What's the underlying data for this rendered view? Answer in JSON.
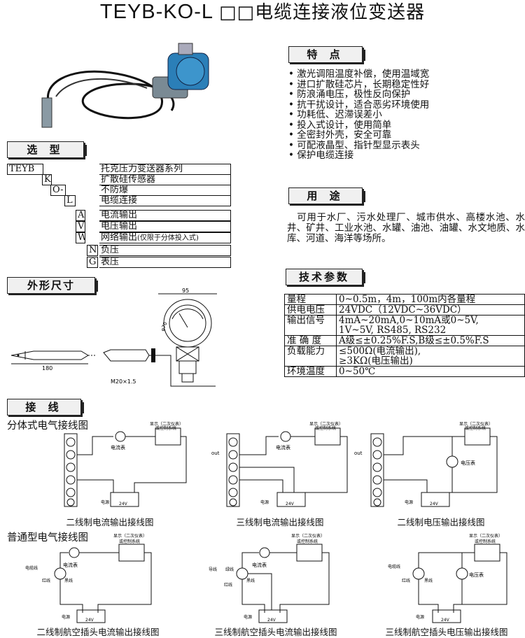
{
  "title": {
    "model": "TEYB-KO-L ",
    "name": "□□电缆连接液位变送器"
  },
  "sections": {
    "features": "特 点",
    "selection": "选 型",
    "usage": "用 途",
    "dimensions": "外形尺寸",
    "specs": "技术参数",
    "wiring": "接 线"
  },
  "features": [
    "• 激光调阻温度补偿，使用温域宽",
    "• 进口扩散硅芯片，长期稳定性好",
    "• 防浪涌电压，极性反向保护",
    "• 抗干扰设计，适合恶劣环境使用",
    "• 功耗低、迟滞误差小",
    "• 投入式设计，使用简单",
    "• 全密封外壳，安全可靠",
    "• 可配液晶型、指针型显示表头",
    "• 保护电缆连接"
  ],
  "usage_text": "　可用于水厂、污水处理厂、城市供水、高楼水池、水井、矿井、工业水池、水罐、油池、油罐、水文地质、水库、河道、海洋等场所。",
  "selection": {
    "codes": [
      "TEYB",
      "K",
      "O-",
      "L",
      "A",
      "V",
      "W",
      "N",
      "G"
    ],
    "descriptions": [
      "托克压力变送器系列",
      "扩散硅传感器",
      "不防爆",
      "电缆连接",
      "电流输出",
      "电压输出",
      "网络输出",
      "负压",
      "表压"
    ],
    "network_note": "(仅限于分体投入式)"
  },
  "specs": [
    {
      "label": "量程",
      "value": [
        "0~0.5m，4m，100m内各量程"
      ]
    },
    {
      "label": "供电电压",
      "value": [
        "24VDC（12VDC~36VDC）"
      ]
    },
    {
      "label": "输出信号",
      "value": [
        "4mA~20mA,0~10mA或0~5V,",
        "1V~5V, RS485, RS232"
      ]
    },
    {
      "label": "准 确 度",
      "value": [
        "A级≤±0.25%F.S,B级≤±0.5%F.S"
      ]
    },
    {
      "label": "负载能力",
      "value": [
        "≤500Ω(电流输出),",
        "≥3KΩ(电压输出)"
      ]
    },
    {
      "label": "环境温度",
      "value": [
        "0~50℃"
      ]
    }
  ],
  "dimensions": {
    "width_label": "95",
    "length_label": "180",
    "thread": "M20×1.5",
    "dia": "φ70"
  },
  "wiring": {
    "split_heading": "分体式电气接线图",
    "normal_heading": "普通型电气接线图",
    "captions": [
      "二线制电流输出接线图",
      "三线制电流输出接线图",
      "二线制电压输出接线图",
      "二线制航空插头电流输出接线图",
      "三线制航空插头电流输出接线图",
      "三线制航空插头电压输出接线图"
    ],
    "labels": {
      "display": "显示（二次仪表）",
      "control": "或控制系统",
      "ammeter": "电流表",
      "voltmeter": "电压表",
      "power": "电源",
      "voltage": "24V",
      "out": "out",
      "cable": "电缆线",
      "red": "红线",
      "black": "黑线",
      "green": "绿线",
      "wire": "导线"
    }
  }
}
